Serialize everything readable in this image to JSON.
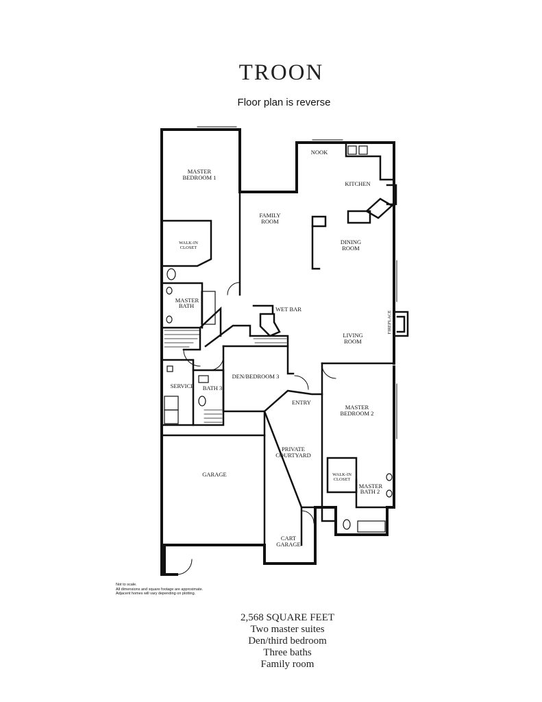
{
  "title": "TROON",
  "subtitle": "Floor plan is reverse",
  "rooms": {
    "master_bedroom_1": [
      "MASTER",
      "BEDROOM 1"
    ],
    "walk_in_closet_1": [
      "WALK-IN",
      "CLOSET"
    ],
    "master_bath_1": [
      "MASTER",
      "BATH"
    ],
    "service": "SERVICE",
    "bath_3": "BATH 3",
    "nook": "NOOK",
    "kitchen": "KITCHEN",
    "family_room": [
      "FAMILY",
      "ROOM"
    ],
    "dining_room": [
      "DINING",
      "ROOM"
    ],
    "wet_bar": "WET BAR",
    "living_room": [
      "LIVING",
      "ROOM"
    ],
    "fireplace": "FIREPLACE",
    "den": "DEN/BEDROOM 3",
    "entry": "ENTRY",
    "master_bedroom_2": [
      "MASTER",
      "BEDROOM 2"
    ],
    "private_courtyard": [
      "PRIVATE",
      "COURTYARD"
    ],
    "walk_in_closet_2": [
      "WALK-IN",
      "CLOSET"
    ],
    "master_bath_2": [
      "MASTER",
      "BATH 2"
    ],
    "garage": "GARAGE",
    "cart_garage": [
      "CART",
      "GARAGE"
    ]
  },
  "disclaimer": [
    "Not to scale.",
    "All dimensions and square footage are approximate.",
    "Adjacent homes will vary depending on plotting."
  ],
  "features": [
    "2,568 SQUARE FEET",
    "Two master suites",
    "Den/third bedroom",
    "Three baths",
    "Family room"
  ]
}
